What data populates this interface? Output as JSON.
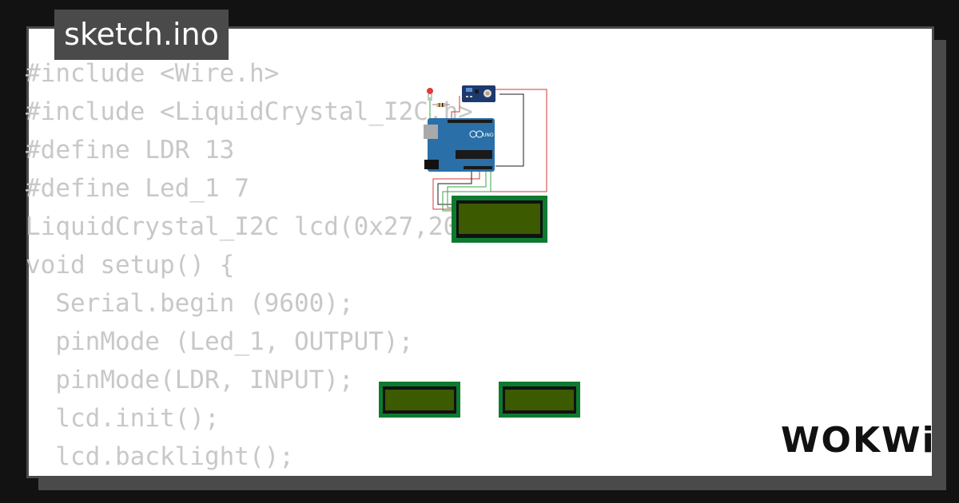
{
  "file_tab": {
    "title": "sketch.ino"
  },
  "code_lines": [
    "#include <Wire.h>",
    "#include <LiquidCrystal_I2C.h>",
    "#define LDR 13",
    "#define Led_1 7",
    "LiquidCrystal_I2C lcd(0x27,20,4);",
    "void setup() {",
    "  Serial.begin (9600);",
    "  pinMode (Led_1, OUTPUT);",
    "  pinMode(LDR, INPUT);",
    "  lcd.init();",
    "  lcd.backlight();"
  ],
  "board": {
    "label": "UNO"
  },
  "brand": {
    "logo_text": "WOKWi"
  },
  "colors": {
    "page_bg": "#121212",
    "frame": "#4a4a4a",
    "code_text": "#c8c8c8",
    "board_blue": "#2a6fa8",
    "sensor_blue": "#1d3a6e",
    "lcd_pcb": "#0d7a2f",
    "lcd_screen": "#3c5a00",
    "wire_red": "#d43838",
    "wire_green": "#3fa34d",
    "wire_black": "#1e1e1e"
  },
  "icons": [
    "arduino-uno-board",
    "ldr-sensor-module",
    "red-led-icon",
    "resistor-icon",
    "lcd-display"
  ]
}
